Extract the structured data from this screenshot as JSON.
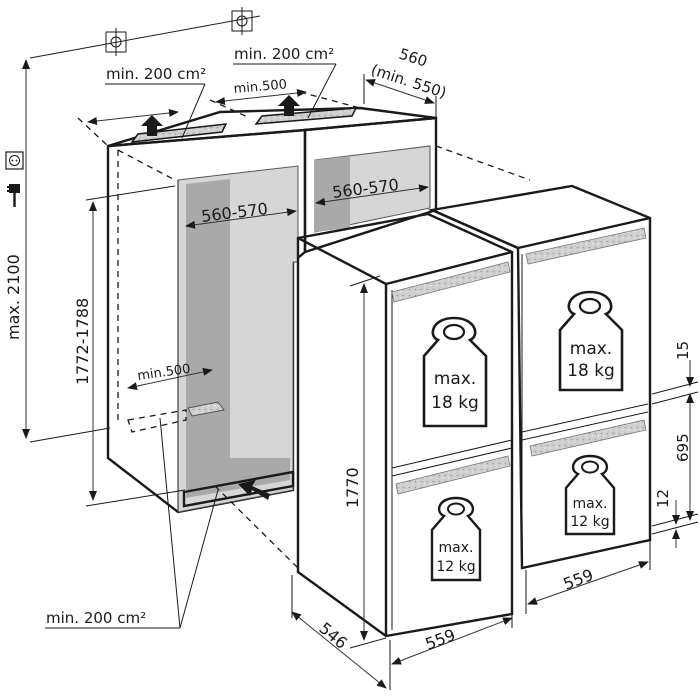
{
  "diagram": {
    "type": "installation-dimensions",
    "subject": "built-in side-by-side fridge-freezer niche",
    "colors": {
      "line": "#1a1a1a",
      "niche_fill_dark": "#a9a9a9",
      "niche_fill_light": "#d6d6d6",
      "vent_fill": "#c8c8c8"
    },
    "top": {
      "ventilation_left": "min. 200 cm²",
      "ventilation_right": "min. 200 cm²",
      "depth_label_line1": "560",
      "depth_label_line2": "(min. 550)",
      "ventilation_gap": "min.500"
    },
    "niche": {
      "total_height": "max. 2100",
      "niche_height": "1772-1788",
      "niche_width_left": "560-570",
      "niche_width_right": "560-570",
      "bottom_vent_gap": "min.500",
      "bottom_ventilation": "min. 200 cm²"
    },
    "appliance_left": {
      "height": "1770",
      "depth": "546",
      "width": "559",
      "upper_load": {
        "line1": "max.",
        "line2": "18 kg"
      },
      "lower_load": {
        "line1": "max.",
        "line2": "12 kg"
      }
    },
    "appliance_right": {
      "width": "559",
      "upper_load": {
        "line1": "max.",
        "line2": "18 kg"
      },
      "lower_load": {
        "line1": "max.",
        "line2": "12 kg"
      },
      "door_gap_top": "15",
      "door_height": "695",
      "door_gap_bottom": "12"
    },
    "icons": [
      "power-socket-icon",
      "power-plug-icon",
      "water-connection-icon",
      "weight-icon",
      "airflow-arrow-icon"
    ]
  }
}
